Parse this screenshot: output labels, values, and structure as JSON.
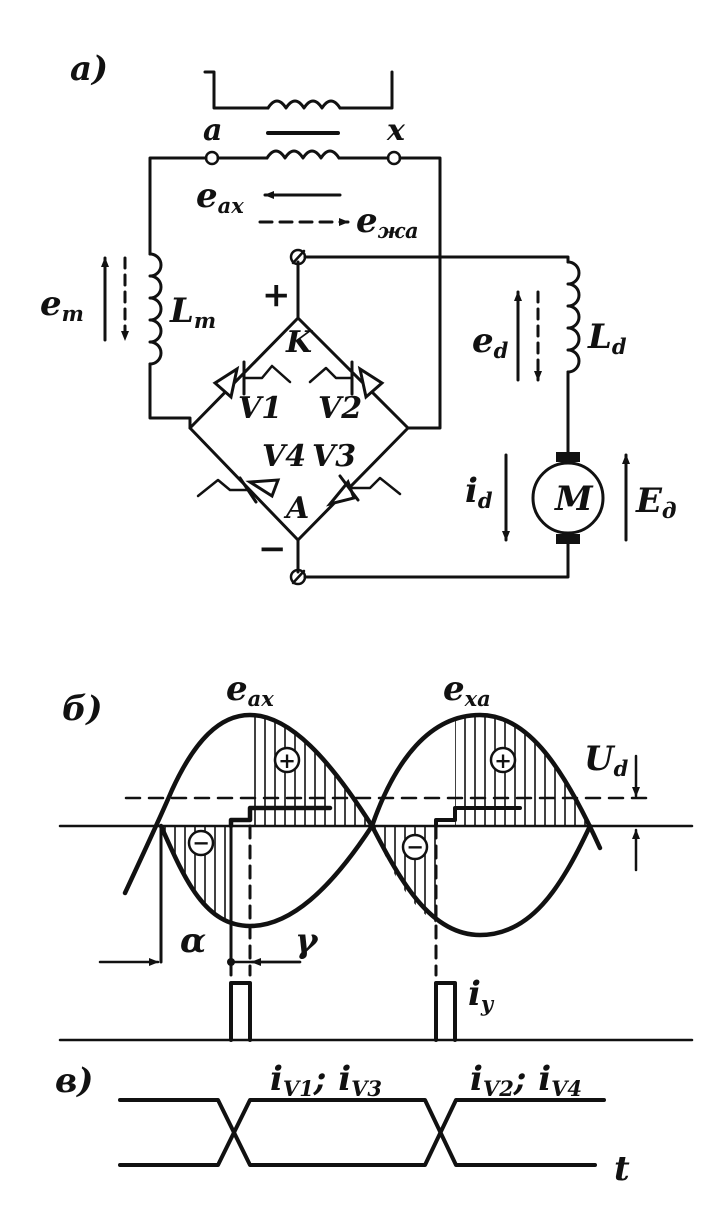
{
  "panel_labels": {
    "a": "а)",
    "b": "б)",
    "v": "в)"
  },
  "circuit": {
    "terminal_a": "a",
    "terminal_x": "x",
    "emf_ax": {
      "main": "e",
      "sub": "ax"
    },
    "emf_xa": {
      "main": "e",
      "sub": "жa"
    },
    "emf_t": {
      "main": "e",
      "sub": "т"
    },
    "inductor_t": {
      "main": "L",
      "sub": "т"
    },
    "emf_d": {
      "main": "e",
      "sub": "d"
    },
    "inductor_d": {
      "main": "L",
      "sub": "d"
    },
    "plus": "+",
    "minus": "−",
    "node_k": "K",
    "node_a": "A",
    "thyristors": [
      "V1",
      "V2",
      "V4",
      "V3"
    ],
    "current_d": {
      "main": "i",
      "sub": "d"
    },
    "motor": "M",
    "emf_motor": {
      "main": "E",
      "sub": "д"
    }
  },
  "waveforms": {
    "e_ax": {
      "main": "e",
      "sub": "ax"
    },
    "e_xa": {
      "main": "e",
      "sub": "xa"
    },
    "positive_area": "+",
    "negative_area": "−",
    "u_d": {
      "main": "U",
      "sub": "d"
    },
    "alpha": "α",
    "gamma": "γ",
    "i_y": {
      "main": "i",
      "sub": "y"
    }
  },
  "currents": {
    "label_1": "i",
    "sub_1": "V1",
    "sep_1": "; i",
    "sub_1b": "V3",
    "label_2": "i",
    "sub_2": "V2",
    "sep_2": "; i",
    "sub_2b": "V4",
    "t_axis": "t"
  }
}
